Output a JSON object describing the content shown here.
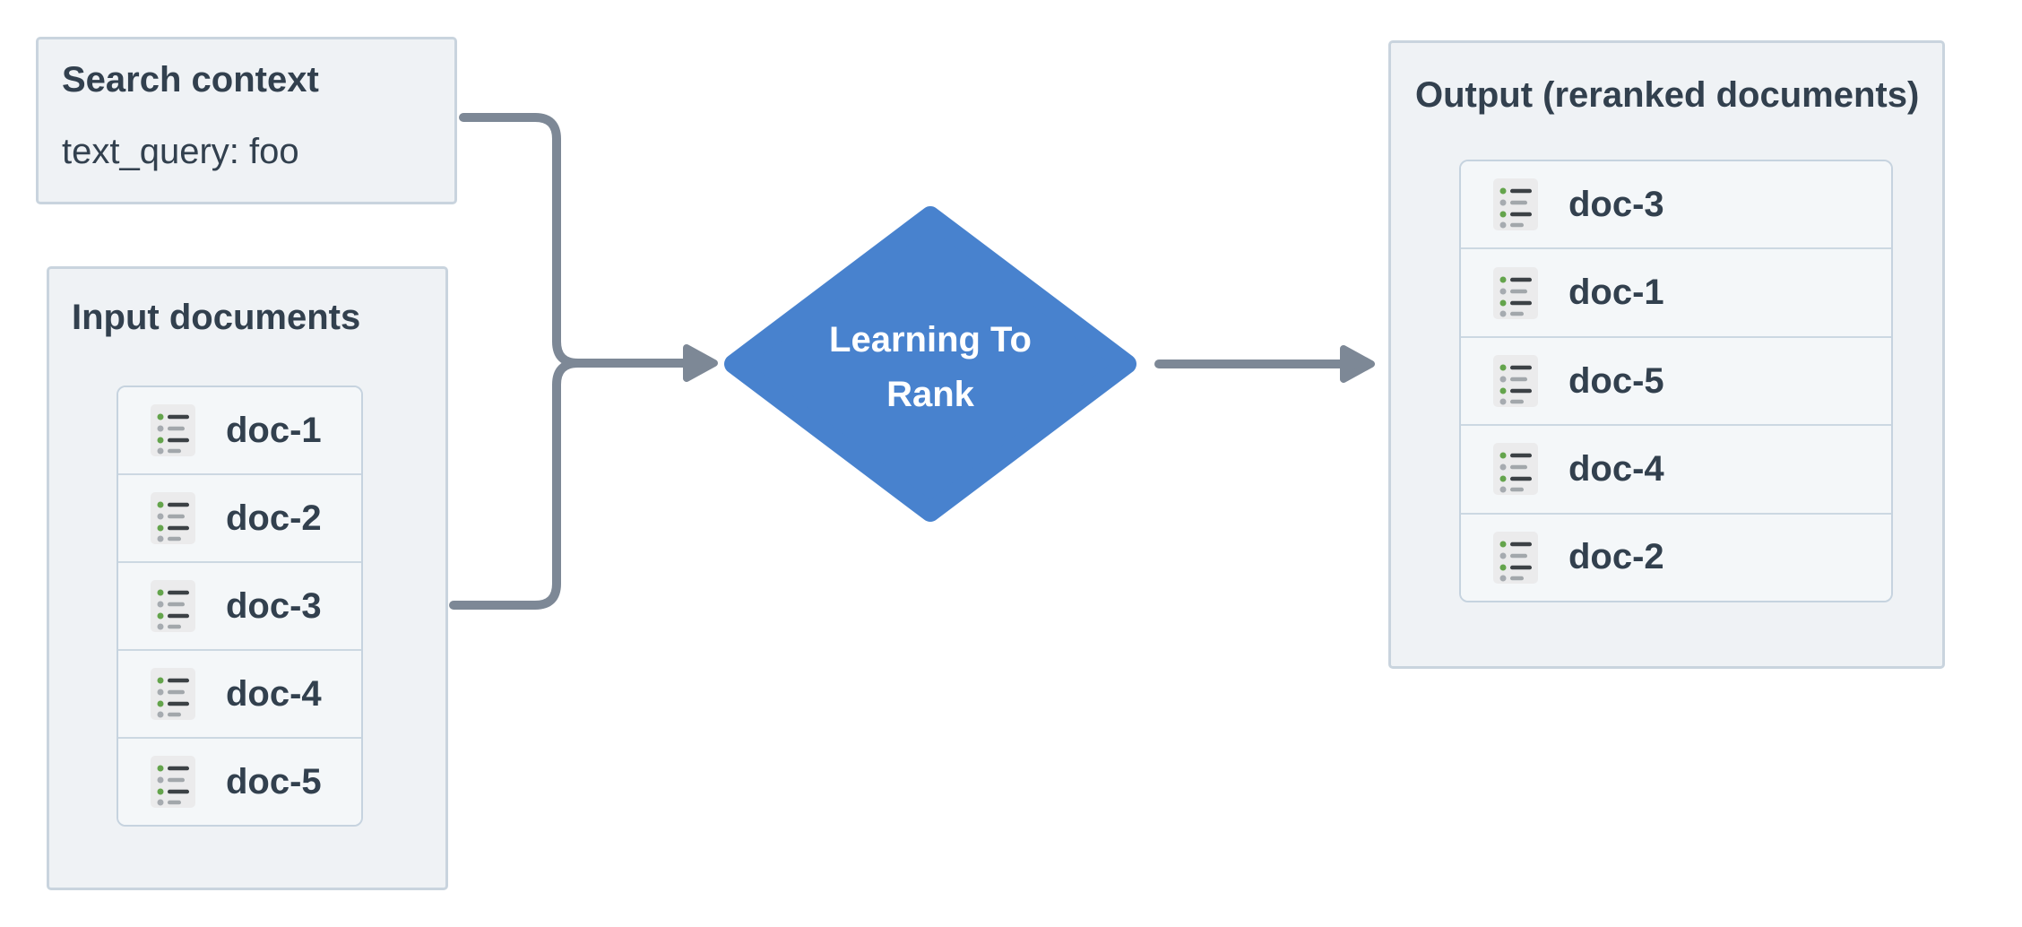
{
  "search_context": {
    "title": "Search context",
    "query": "text_query: foo"
  },
  "input_documents": {
    "title": "Input documents",
    "items": [
      "doc-1",
      "doc-2",
      "doc-3",
      "doc-4",
      "doc-5"
    ]
  },
  "process": {
    "label": "Learning To Rank",
    "lines": [
      "Learning To",
      "Rank"
    ]
  },
  "output_documents": {
    "title": "Output (reranked documents)",
    "items": [
      "doc-3",
      "doc-1",
      "doc-5",
      "doc-4",
      "doc-2"
    ]
  },
  "icons": {
    "doc_icon": "list-icon"
  },
  "colors": {
    "accent_blue": "#4882ce",
    "arrow_gray": "#7d8896",
    "panel_fill": "#eff2f5",
    "panel_border": "#c9d4de",
    "card_fill": "#f4f7f9",
    "card_border": "#c6d3df",
    "text_dark": "#32404e",
    "icon_bg": "#ebebec",
    "icon_green": "#64a44c",
    "icon_gray_dot": "#a6abb0",
    "icon_dark_line": "#3c4145",
    "icon_gray_line": "#a2a7ab",
    "diamond_text": "#ffffff"
  }
}
